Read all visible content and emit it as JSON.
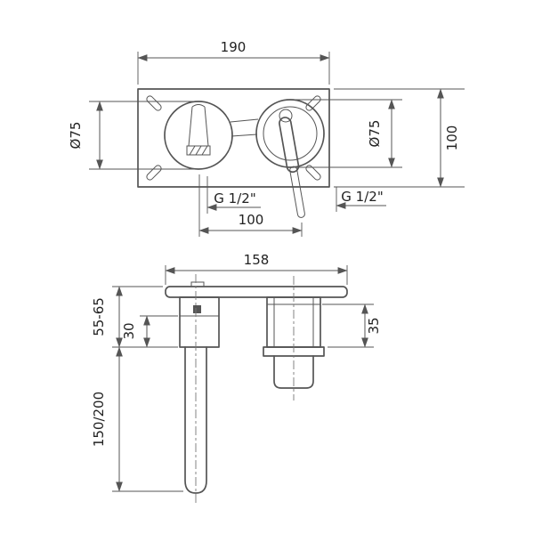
{
  "drawing": {
    "front_view": {
      "plate_width": "190",
      "plate_height": "100",
      "left_diameter": "Ø75",
      "right_diameter": "Ø75",
      "left_thread": "G 1/2\"",
      "right_thread": "G 1/2\"",
      "center_distance": "100"
    },
    "side_view": {
      "plate_width": "158",
      "wall_thickness_range": "55-65",
      "left_body_depth": "30",
      "right_body_depth": "35",
      "spout_length_options": "150/200"
    }
  }
}
